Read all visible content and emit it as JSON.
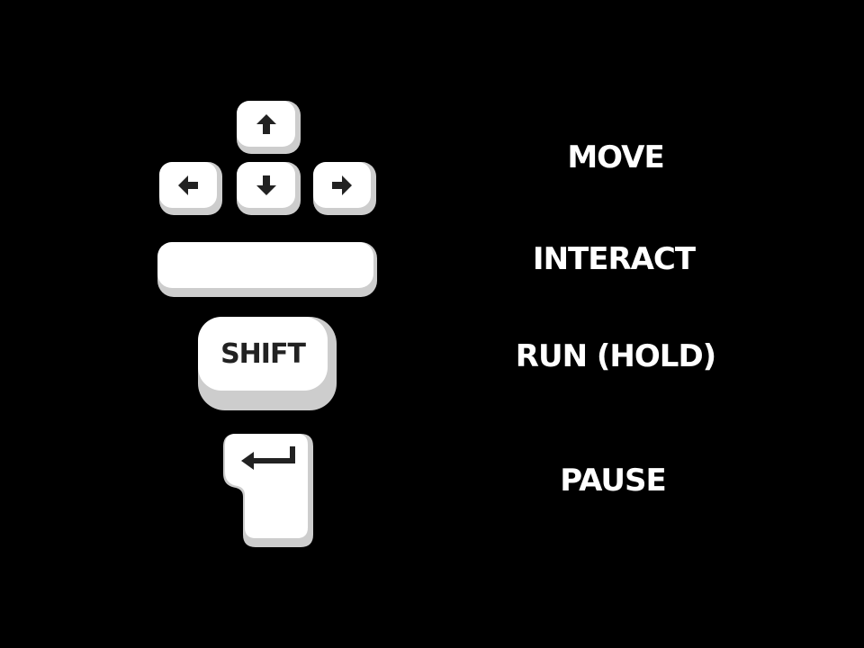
{
  "controls": {
    "move": {
      "label": "MOVE",
      "keys": [
        "arrow-up-icon",
        "arrow-left-icon",
        "arrow-down-icon",
        "arrow-right-icon"
      ]
    },
    "interact": {
      "label": "INTERACT",
      "keys": [
        "spacebar-key"
      ]
    },
    "run": {
      "label": "RUN (HOLD)",
      "key_label": "SHIFT"
    },
    "pause": {
      "label": "PAUSE",
      "keys": [
        "enter-arrow-icon"
      ]
    }
  },
  "colors": {
    "background": "#000000",
    "key_face": "#ffffff",
    "key_shadow": "#cdcdcd",
    "glyph": "#222222",
    "label_text": "#ffffff"
  }
}
